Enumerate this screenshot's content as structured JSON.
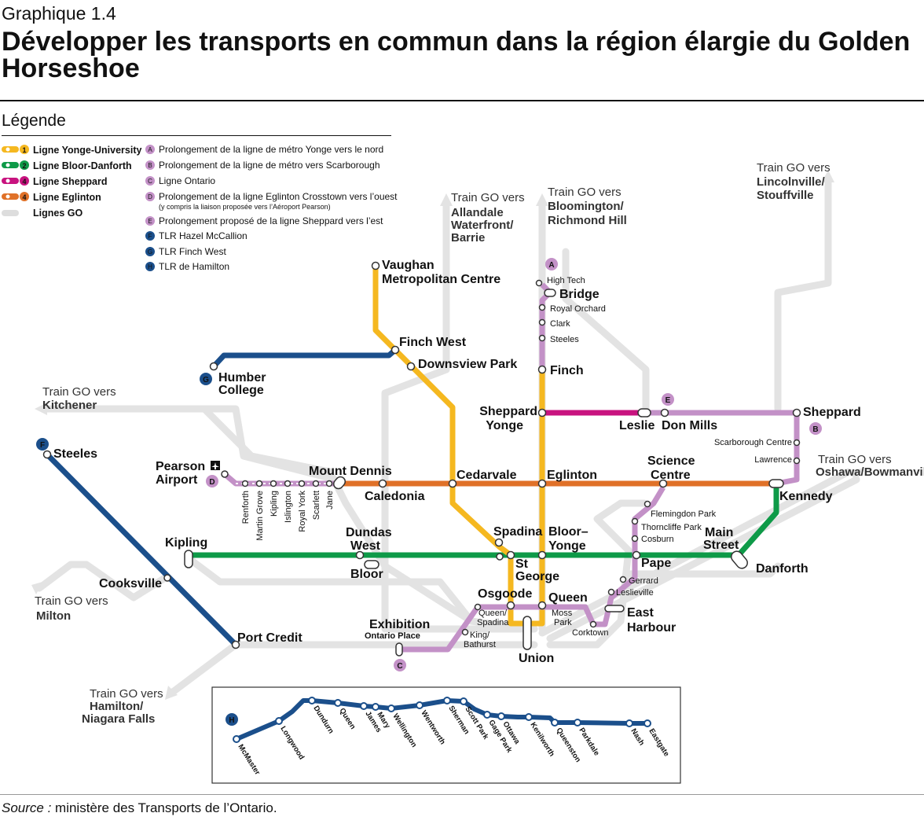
{
  "figure_label": "Graphique 1.4",
  "title": "Développer les transports en commun dans la région élargie du Golden Horseshoe",
  "legend": {
    "heading": "Légende",
    "lines": [
      {
        "num": "1",
        "label": "Ligne Yonge-University",
        "color": "#F5B820"
      },
      {
        "num": "2",
        "label": "Ligne Bloor-Danforth",
        "color": "#0E9A48"
      },
      {
        "num": "4",
        "label": "Ligne Sheppard",
        "color": "#C8137F"
      },
      {
        "num": "4",
        "label": "Ligne Eglinton",
        "color": "#E07128"
      },
      {
        "num": "",
        "label": "Lignes GO",
        "color": "#DDDDDD"
      }
    ],
    "projects": [
      {
        "badge": "A",
        "label": "Prolongement de la ligne de métro Yonge vers le nord",
        "color": "#C391C7"
      },
      {
        "badge": "B",
        "label": "Prolongement de la ligne de métro vers Scarborough",
        "color": "#C391C7"
      },
      {
        "badge": "C",
        "label": "Ligne Ontario",
        "color": "#C391C7"
      },
      {
        "badge": "D",
        "label": "Prolongement de la ligne Eglinton Crosstown vers l’ouest",
        "sub": "(y compris la liaison proposée vers l’Aéroport Pearson)",
        "color": "#C391C7"
      },
      {
        "badge": "E",
        "label": "Prolongement proposé de la ligne Sheppard vers l’est",
        "color": "#C391C7"
      },
      {
        "badge": "F",
        "label": "TLR Hazel McCallion",
        "color": "#1B4F8B"
      },
      {
        "badge": "G",
        "label": "TLR Finch West",
        "color": "#1B4F8B"
      },
      {
        "badge": "H",
        "label": "TLR de Hamilton",
        "color": "#1B4F8B"
      }
    ]
  },
  "go_destinations": [
    {
      "l1": "Train GO vers",
      "l2": "Allandale",
      "l3": "Waterfront/",
      "l4": "Barrie"
    },
    {
      "l1": "Train GO vers",
      "l2": "Bloomington/",
      "l3": "Richmond Hill",
      "l4": ""
    },
    {
      "l1": "Train GO vers",
      "l2": "Lincolnville/",
      "l3": "Stouffville",
      "l4": ""
    },
    {
      "l1": "Train GO vers",
      "l2": "Kitchener",
      "l3": "",
      "l4": ""
    },
    {
      "l1": "Train GO vers",
      "l2": "Oshawa/Bowmanville",
      "l3": "",
      "l4": ""
    },
    {
      "l1": "Train GO vers",
      "l2": "Milton",
      "l3": "",
      "l4": ""
    },
    {
      "l1": "Train GO vers",
      "l2": "Hamilton/",
      "l3": "Niagara Falls",
      "l4": ""
    }
  ],
  "stations": {
    "vaughan1": "Vaughan",
    "vaughan2": "Metropolitan Centre",
    "finch_west": "Finch West",
    "downsview": "Downsview Park",
    "humber1": "Humber",
    "humber2": "College",
    "high_tech": "High Tech",
    "bridge": "Bridge",
    "royal_orchard": "Royal Orchard",
    "clark": "Clark",
    "steeles_a": "Steeles",
    "finch": "Finch",
    "sheppard_yonge1": "Sheppard",
    "sheppard_yonge2": "Yonge",
    "leslie": "Leslie",
    "don_mills": "Don Mills",
    "sheppard_e": "Sheppard",
    "scarborough_centre": "Scarborough Centre",
    "lawrence": "Lawrence",
    "kennedy": "Kennedy",
    "science1": "Science",
    "science2": "Centre",
    "eglinton": "Eglinton",
    "cedarvale": "Cedarvale",
    "caledonia": "Caledonia",
    "mount_dennis": "Mount Dennis",
    "pearson1": "Pearson",
    "pearson2": "Airport",
    "renforth": "Renforth",
    "martin_grove": "Martin Grove",
    "kipling_d": "Kipling",
    "islington": "Islington",
    "royal_york": "Royal York",
    "scarlett": "Scarlett",
    "jane": "Jane",
    "steeles_f": "Steeles",
    "kipling": "Kipling",
    "cooksville": "Cooksville",
    "port_credit": "Port Credit",
    "dundas_west1": "Dundas",
    "dundas_west2": "West",
    "bloor": "Bloor",
    "spadina": "Spadina",
    "bloor_yonge1": "Bloor–",
    "bloor_yonge2": "Yonge",
    "st_george1": "St",
    "st_george2": "George",
    "flemingdon": "Flemingdon Park",
    "thorncliffe": "Thorncliffe Park",
    "cosburn": "Cosburn",
    "pape": "Pape",
    "main_street1": "Main",
    "main_street2": "Street",
    "danforth": "Danforth",
    "gerrard": "Gerrard",
    "leslieville": "Leslieville",
    "east_harbour1": "East",
    "east_harbour2": "Harbour",
    "corktown": "Corktown",
    "osgoode": "Osgoode",
    "queen": "Queen",
    "queen_spadina1": "Queen/",
    "queen_spadina2": "Spadina",
    "moss_park1": "Moss",
    "moss_park2": "Park",
    "king_bathurst1": "King/",
    "king_bathurst2": "Bathurst",
    "exhibition1": "Exhibition",
    "exhibition2": "Ontario Place",
    "union": "Union"
  },
  "badges": {
    "a": "A",
    "b": "B",
    "c": "C",
    "d": "D",
    "e": "E",
    "f": "F",
    "g": "G",
    "h": "H"
  },
  "hamilton_stops": [
    "McMaster",
    "Longwood",
    "Dundurn",
    "Queen",
    "James",
    "Mary",
    "Wellington",
    "Wentworth",
    "Sherman",
    "Scott Park",
    "Gage Park",
    "Ottawa",
    "Kenilworth",
    "Queenston",
    "Parkdale",
    "Nash",
    "Eastgate"
  ],
  "source_label": "Source :",
  "source_text": " ministère des Transports de l’Ontario.",
  "colors": {
    "yonge": "#F5B820",
    "bloor": "#0E9A48",
    "sheppard": "#C8137F",
    "eglinton": "#E07128",
    "go": "#E3E3E3",
    "project": "#C391C7",
    "lrt": "#1B4F8B"
  }
}
